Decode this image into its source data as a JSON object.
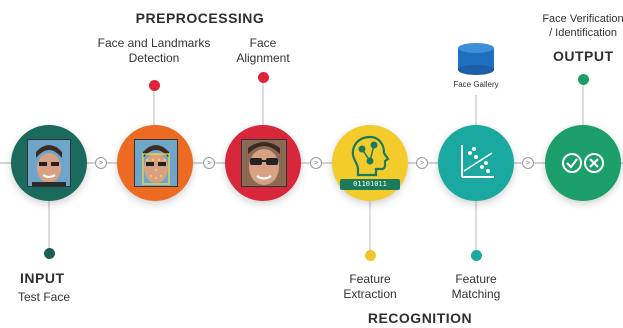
{
  "headings": {
    "preprocessing": "PREPROCESSING",
    "recognition": "RECOGNITION",
    "input": "INPUT",
    "output": "OUTPUT"
  },
  "labels": {
    "test_face": "Test Face",
    "landmarks_detection": [
      "Face and Landmarks",
      "Detection"
    ],
    "alignment": [
      "Face",
      "Alignment"
    ],
    "feature_extraction": [
      "Feature",
      "Extraction"
    ],
    "face_gallery": "Face Gallery",
    "feature_matching": [
      "Feature",
      "Matching"
    ],
    "verification": [
      "Face Verification",
      "/ Identification"
    ]
  },
  "binary_text": "01101011",
  "stages": [
    {
      "id": "input",
      "color": "#1a6b5e",
      "icon": "face-photo"
    },
    {
      "id": "detection",
      "color": "#ec6a22",
      "icon": "face-photo-landmarks"
    },
    {
      "id": "alignment",
      "color": "#d8263a",
      "icon": "face-photo-aligned"
    },
    {
      "id": "extraction",
      "color": "#f3cc2b",
      "icon": "head-circuit-icon"
    },
    {
      "id": "matching",
      "color": "#1aa9a0",
      "icon": "scatter-plot-icon"
    },
    {
      "id": "output",
      "color": "#1b9e6a",
      "icon": "check-x-icon"
    }
  ],
  "colors": {
    "dot_dark_teal": "#1d5e57",
    "dot_red": "#e0233b",
    "dot_yellow": "#f3c52b",
    "dot_teal": "#1aa9a0",
    "dot_green": "#1b9e6a",
    "database": "#1f6fc0"
  }
}
